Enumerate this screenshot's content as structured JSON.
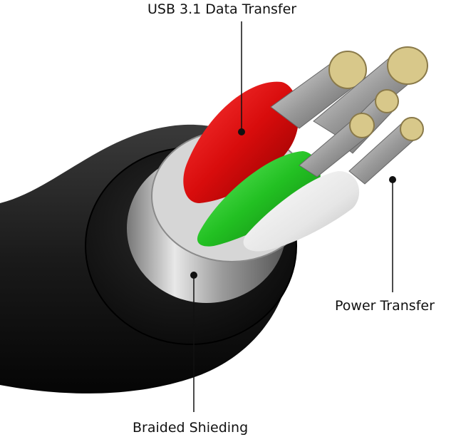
{
  "callouts": {
    "top": "USB 3.1 Data Transfer",
    "right": "Power Transfer",
    "bottom": "Braided Shieding"
  },
  "colors": {
    "jacket": "#1a1a1a",
    "red_core": "#e01010",
    "green_core": "#28c028",
    "white_core": "#f2f2f2",
    "shield": "#b8b8b8",
    "strand_tips": "#d8c88a"
  }
}
